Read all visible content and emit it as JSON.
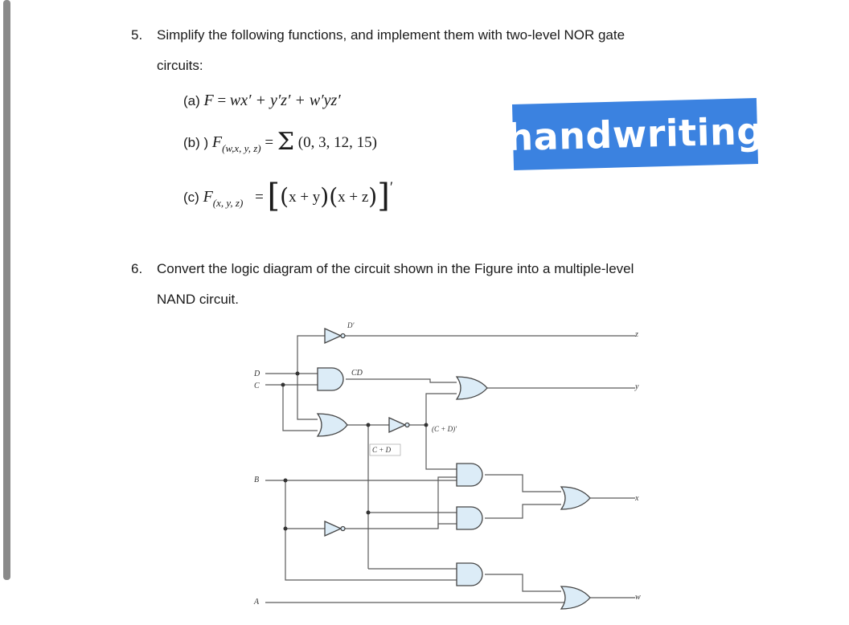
{
  "q5": {
    "number": "5.",
    "line1": "Simplify the following functions, and implement them with two-level NOR gate",
    "line2": "circuits:",
    "a": {
      "label": "(a)",
      "lhs": "F",
      "eq": "=",
      "rhs": "wx′ + y′z′ + w′yz′"
    },
    "b": {
      "label": "(b) )",
      "lhs": "F",
      "sub": "(w,x, y, z)",
      "eq": "=",
      "sigma": "Σ",
      "rhs": "(0, 3, 12, 15)"
    },
    "c": {
      "label": "(c)",
      "lhs": "F",
      "sub": "(x, y, z)",
      "eq": "=",
      "open": "[",
      "p1": "(",
      "t1": "x + y",
      "p2": ")(",
      "t2": "x + z",
      "p3": ")",
      "close": "]",
      "prime": "′"
    }
  },
  "badge": {
    "text": "handwriting",
    "color": "#3b82e0"
  },
  "q6": {
    "number": "6.",
    "line1": "Convert the logic diagram of the circuit shown in the Figure into a multiple-level",
    "line2": "NAND circuit."
  },
  "diagram": {
    "inputs": [
      "D",
      "C",
      "B",
      "A"
    ],
    "outputs": [
      "z",
      "y",
      "x",
      "w"
    ],
    "labels": {
      "d_prime": "D′",
      "cd": "CD",
      "c_plus_d": "C + D",
      "c_plus_d_prime": "(C + D)′"
    }
  }
}
